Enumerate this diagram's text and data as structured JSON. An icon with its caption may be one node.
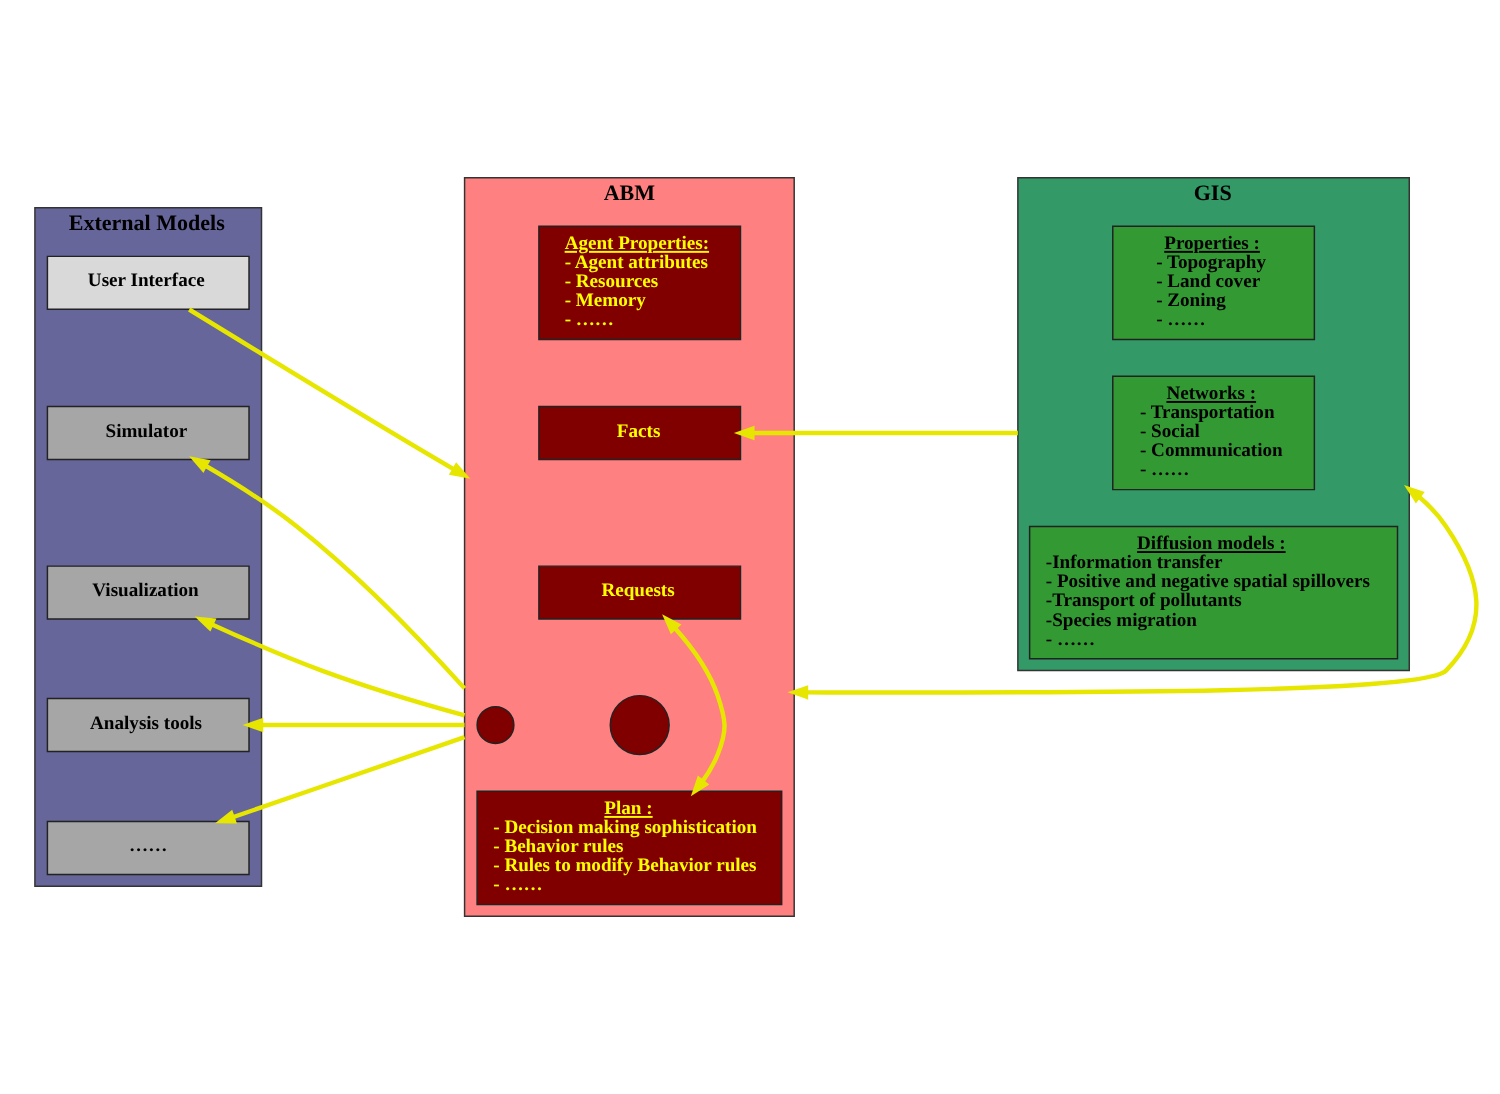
{
  "diagram": {
    "nodes": [
      {
        "text": [
          "External Models"
        ]
      },
      {
        "text": [
          "User Interface"
        ],
        "in": 0
      },
      {
        "text": [
          "Simulator"
        ],
        "in": 0
      },
      {
        "text": [
          "Visualization"
        ],
        "in": 0
      },
      {
        "text": [
          "Analysis tools"
        ],
        "in": 0
      },
      {
        "text": [
          "……"
        ],
        "in": 0
      },
      {
        "text": [
          "ABM"
        ]
      },
      {
        "text": [
          "Agent Properties:",
          "- Agent attributes",
          "- Resources",
          "- Memory",
          "- ……"
        ],
        "in": 6
      },
      {
        "text": [
          "Facts"
        ],
        "in": 6
      },
      {
        "text": [
          "Requests"
        ],
        "in": 6
      },
      {
        "text": [],
        "shape": "circle",
        "in": 6
      },
      {
        "text": [],
        "shape": "circle",
        "in": 6
      },
      {
        "text": [
          "Plan :",
          "- Decision making sophistication",
          "- Behavior rules",
          "- Rules to modify Behavior rules",
          "- ……"
        ],
        "in": 6
      },
      {
        "text": [
          "GIS"
        ]
      },
      {
        "text": [
          "Properties :",
          "- Topography",
          "- Land cover",
          "- Zoning",
          "- ……"
        ],
        "in": 13
      },
      {
        "text": [
          "Networks :",
          "- Transportation",
          "- Social",
          "- Communication",
          "- ……"
        ],
        "in": 13
      },
      {
        "text": [
          "Diffusion models :",
          "-Information transfer",
          "- Positive and negative spatial spillovers",
          "-Transport of pollutants",
          "-Species migration",
          "- ……"
        ],
        "in": 13
      }
    ],
    "edges": [
      {
        "from": 1,
        "to": 6,
        "arrow": "to"
      },
      {
        "from": 6,
        "to": 2,
        "arrow": "to"
      },
      {
        "from": 6,
        "to": 3,
        "arrow": "to"
      },
      {
        "from": 6,
        "to": 4,
        "arrow": "to"
      },
      {
        "from": 6,
        "to": 5,
        "arrow": "to"
      },
      {
        "from": 13,
        "to": 8,
        "arrow": "to"
      },
      {
        "from": 9,
        "to": 12,
        "arrow": "both"
      },
      {
        "from": 6,
        "to": 13,
        "arrow": "both"
      }
    ]
  }
}
